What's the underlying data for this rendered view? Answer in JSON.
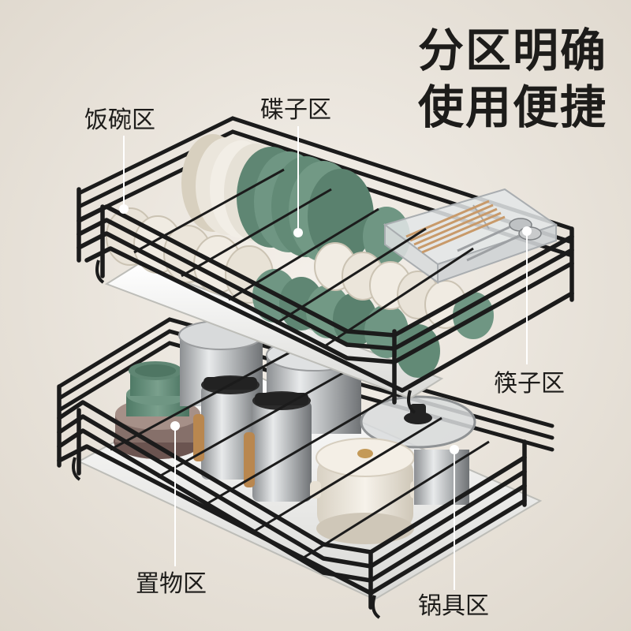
{
  "headline": {
    "line1": "分区明确",
    "line2": "使用便捷"
  },
  "callouts": {
    "bowl_zone": "饭碗区",
    "plate_zone": "碟子区",
    "chopstick_zone": "筷子区",
    "storage_zone": "置物区",
    "pot_zone": "锅具区"
  },
  "colors": {
    "background": "#ece7df",
    "rack_frame": "#1b1b1b",
    "sage_green": "#6f9683",
    "cream": "#efe9dd",
    "steel": "#c9cbcc",
    "wood": "#b9874f",
    "text": "#1d1c1a"
  }
}
